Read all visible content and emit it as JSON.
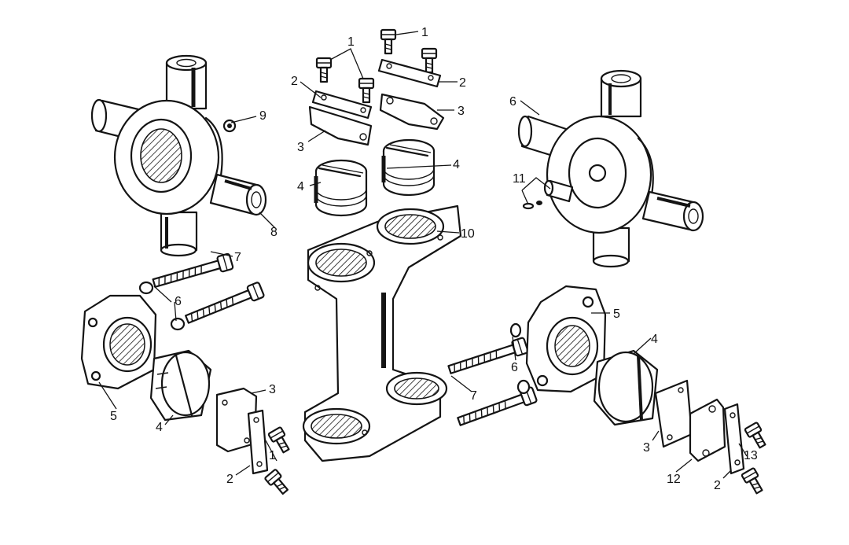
{
  "callouts": {
    "c1_top": "1",
    "c1_a": "1",
    "c2_a": "2",
    "c2_b": "2",
    "c3_a": "3",
    "c3_b": "3",
    "c4_a": "4",
    "c4_b": "4",
    "c9": "9",
    "c8": "8",
    "c6_right": "6",
    "c11": "11",
    "c10": "10",
    "c7_left": "7",
    "c6_left": "6",
    "c5_left": "5",
    "c4_left": "4",
    "c3_low": "3",
    "c1_low": "1",
    "c2_low": "2",
    "c5_right": "5",
    "c4_right": "4",
    "c6_low": "6",
    "c7_right": "7",
    "c3_right": "3",
    "c12": "12",
    "c13": "13",
    "c2_right": "2"
  },
  "colors": {
    "ink": "#141414",
    "paper": "#ffffff",
    "shade": "#5a5a5a"
  }
}
